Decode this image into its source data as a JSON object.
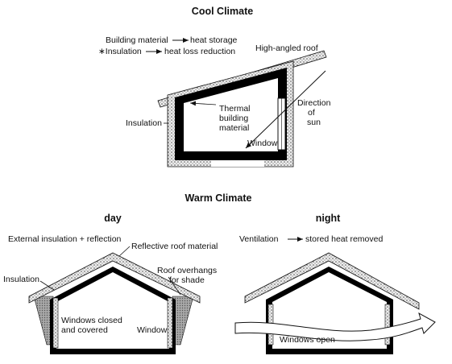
{
  "colors": {
    "ink": "#111111",
    "wall": "#000000",
    "insulation": "#e8e8e8",
    "shade": "#9a9a9a"
  },
  "cool": {
    "title": "Cool Climate",
    "legend1_left": "Building material",
    "legend1_right": "heat storage",
    "legend2_left": "∗Insulation",
    "legend2_right": "heat loss reduction",
    "roof_label": "High-angled roof",
    "insulation_label": "Insulation",
    "thermal_line1": "Thermal",
    "thermal_line2": "building",
    "thermal_line3": "material",
    "sun_line1": "Direction",
    "sun_line2": "of",
    "sun_line3": "sun",
    "window_label": "Window"
  },
  "warm": {
    "title": "Warm Climate",
    "day": {
      "title": "day",
      "top_label": "External insulation + reflection",
      "roof_label": "Reflective roof material",
      "overhang_line1": "Roof overhangs",
      "overhang_line2": "for shade",
      "insulation_label": "Insulation",
      "windows_line1": "Windows closed",
      "windows_line2": "and covered",
      "window_label": "Window"
    },
    "night": {
      "title": "night",
      "vent_left": "Ventilation",
      "vent_right": "stored heat removed",
      "windows_label": "Windows open"
    }
  }
}
